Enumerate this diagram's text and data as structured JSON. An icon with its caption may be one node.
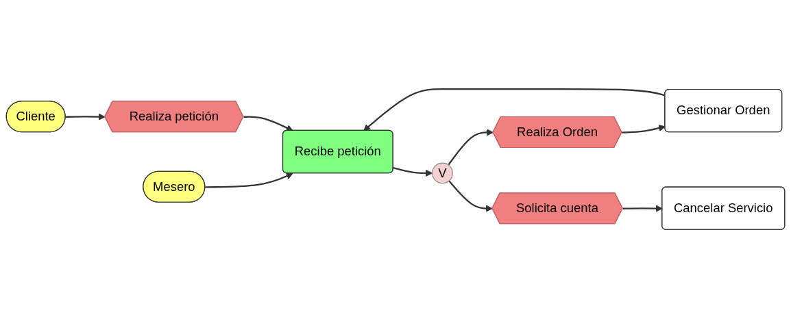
{
  "diagram": {
    "nodes": [
      {
        "text": [
          "Cliente"
        ]
      },
      {
        "text": [
          "Mesero"
        ]
      },
      {
        "text": [
          "Realiza petición"
        ]
      },
      {
        "text": [
          "Recibe petición"
        ]
      },
      {
        "text": [
          "V"
        ]
      },
      {
        "text": [
          "Realiza Orden"
        ]
      },
      {
        "text": [
          "Gestionar Orden"
        ]
      },
      {
        "text": [
          "Solicita cuenta"
        ]
      },
      {
        "text": [
          "Cancelar Servicio"
        ]
      }
    ],
    "edges": [
      {
        "from": 0,
        "to": 2,
        "arrow": "to"
      },
      {
        "from": 1,
        "to": 3,
        "arrow": "to"
      },
      {
        "from": 2,
        "to": 3,
        "arrow": "to"
      },
      {
        "from": 3,
        "to": 4,
        "arrow": "to"
      },
      {
        "from": 4,
        "to": 5,
        "arrow": "to"
      },
      {
        "from": 4,
        "to": 7,
        "arrow": "to"
      },
      {
        "from": 5,
        "to": 6,
        "arrow": "to"
      },
      {
        "from": 7,
        "to": 8,
        "arrow": "to"
      },
      {
        "from": 6,
        "to": 3,
        "arrow": "to"
      }
    ]
  }
}
